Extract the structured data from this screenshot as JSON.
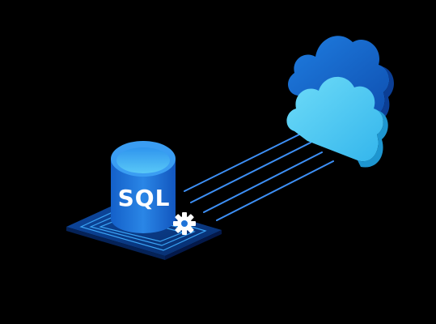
{
  "database": {
    "label": "SQL",
    "icon": "database-cylinder-icon",
    "badge_icon": "gear-icon"
  },
  "clouds": [
    {
      "icon": "cloud-icon",
      "tone": "dark"
    },
    {
      "icon": "cloud-icon",
      "tone": "light"
    }
  ],
  "colors": {
    "background": "#000000",
    "cylinder_body": "#1e73d8",
    "cylinder_top_rim": "#3a9df2",
    "cylinder_top_face": "#46bdf6",
    "label": "#ffffff",
    "platform": "#0b3a84",
    "platform_lines": "#3aa3f5",
    "connector": "#3d8ff5",
    "cloud_dark": "#1566d0",
    "cloud_light": "#55d2f5"
  }
}
